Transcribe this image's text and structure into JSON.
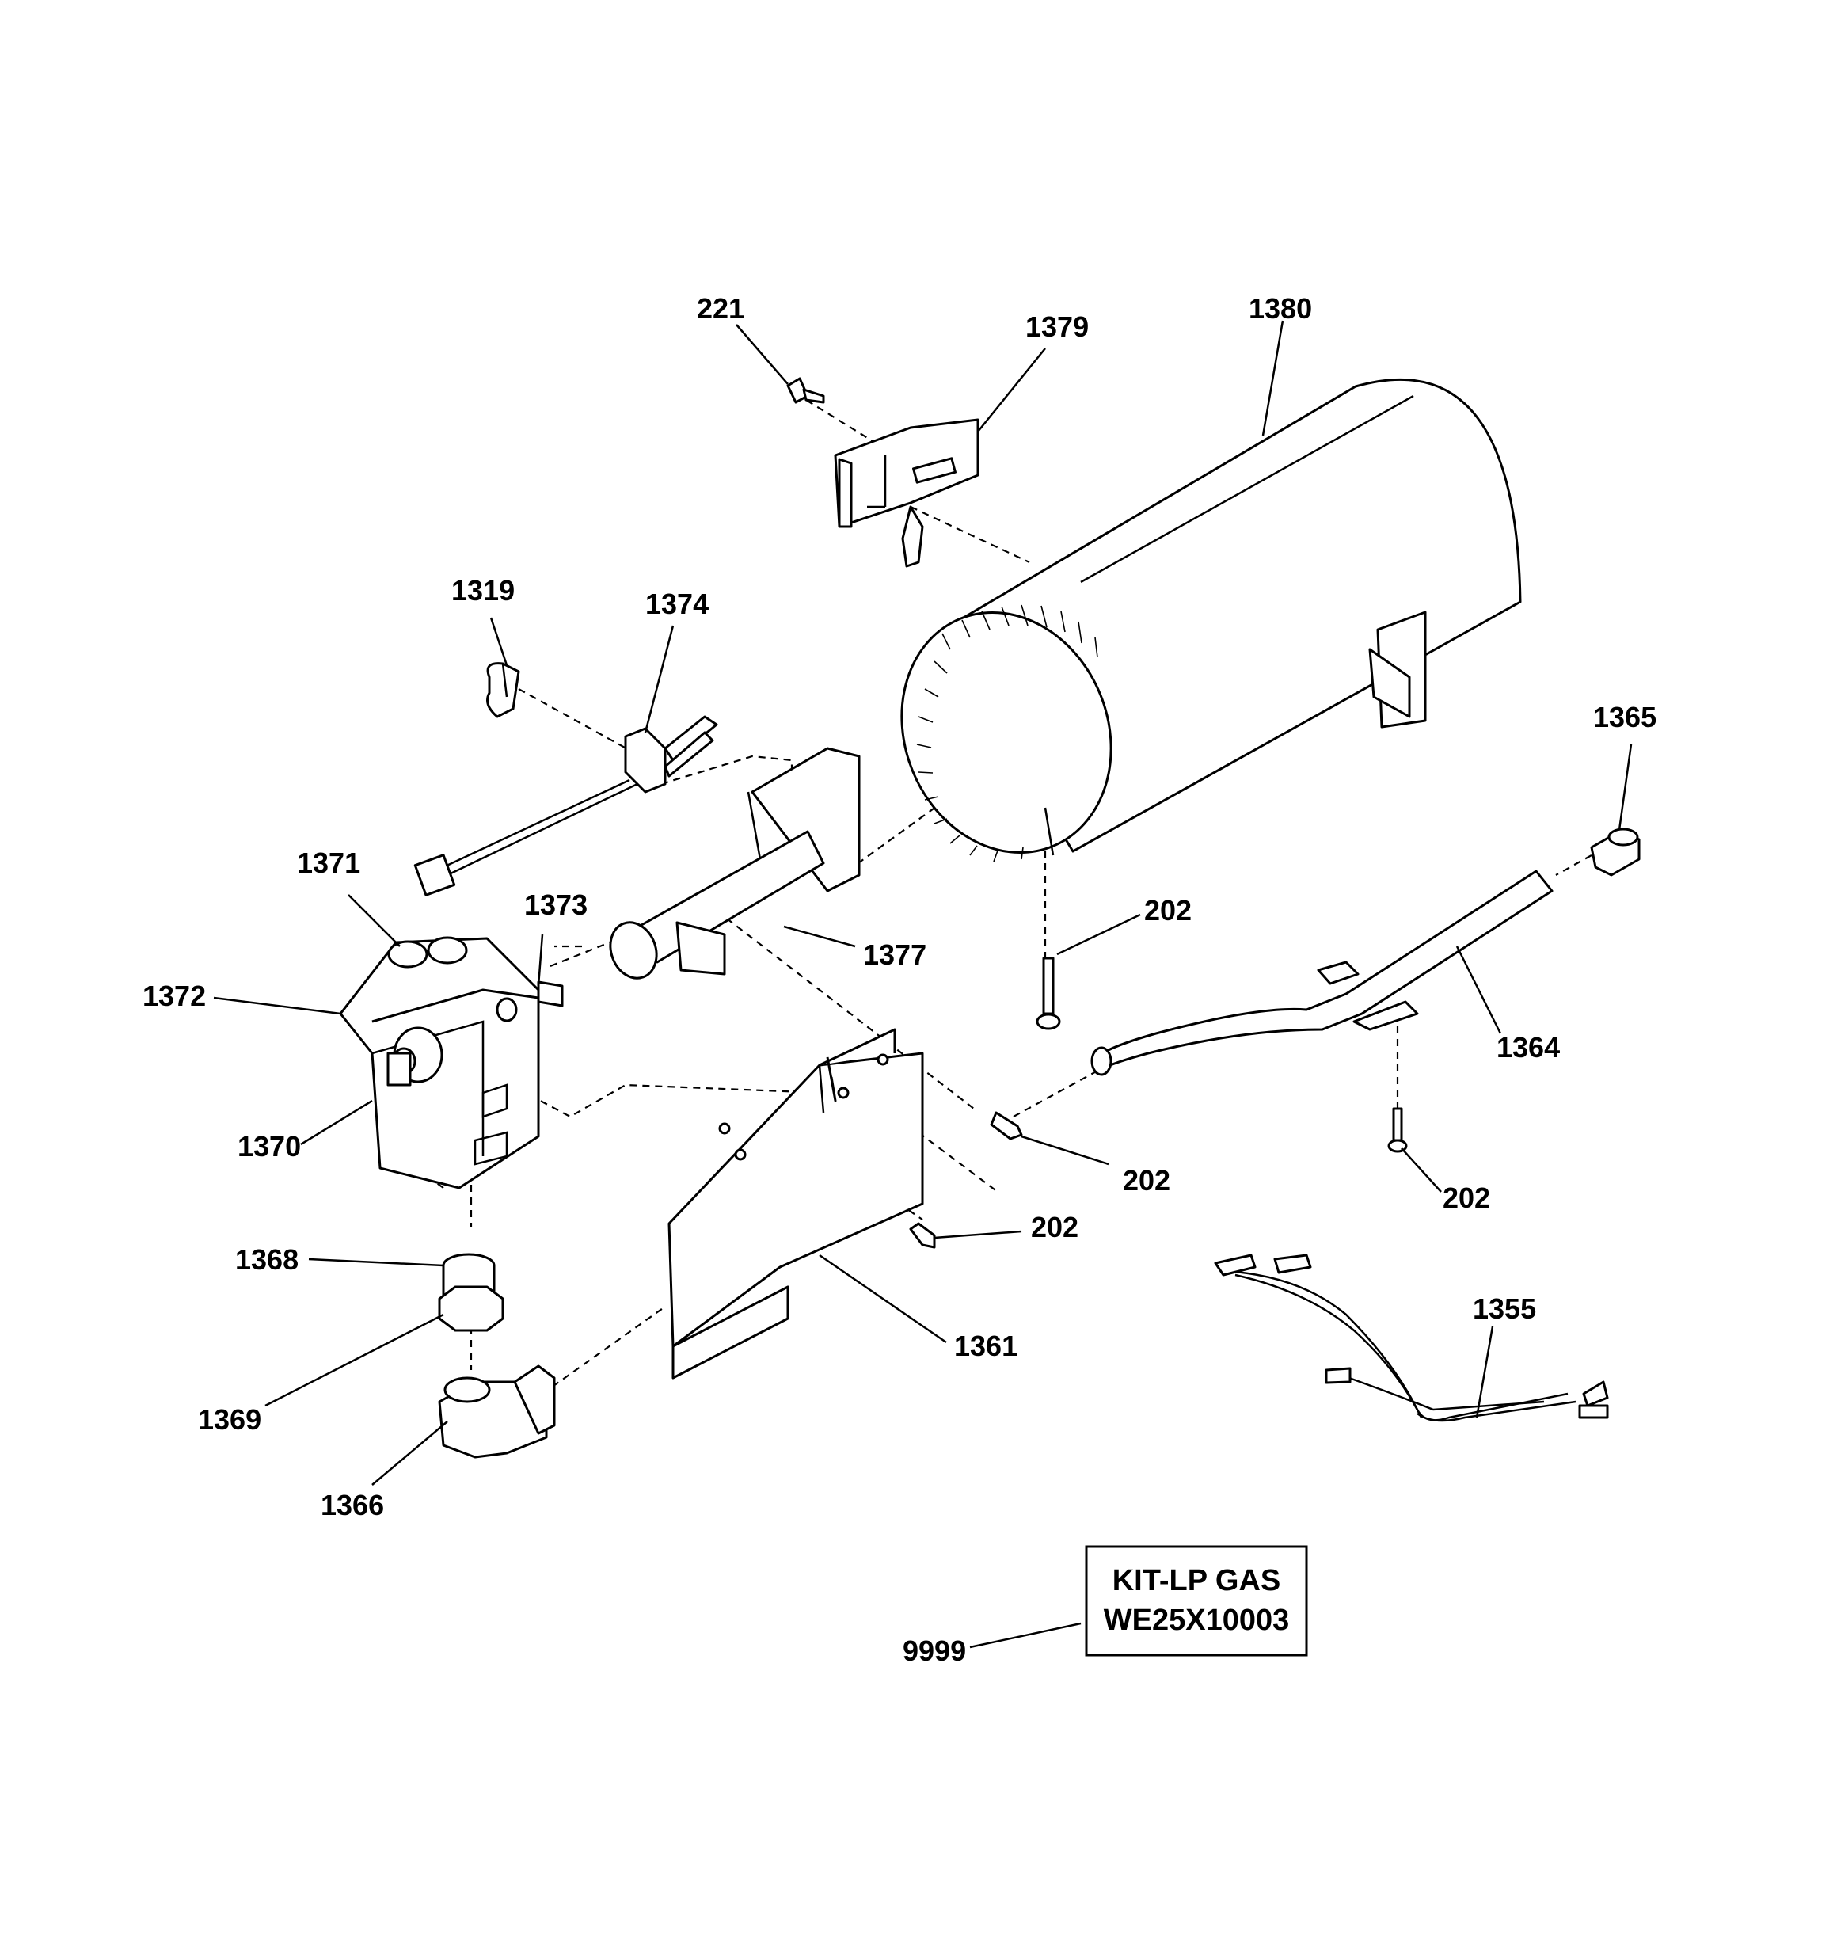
{
  "parts": {
    "p221": "221",
    "p1379": "1379",
    "p1380": "1380",
    "p1319": "1319",
    "p1374": "1374",
    "p1365": "1365",
    "p1371": "1371",
    "p1373": "1373",
    "p1377": "1377",
    "p202_cylinder": "202",
    "p1372": "1372",
    "p1364": "1364",
    "p1370": "1370",
    "p202_pipe": "202",
    "p202_bracket": "202",
    "p202_shield": "202",
    "p1368": "1368",
    "p1355": "1355",
    "p1361": "1361",
    "p1369": "1369",
    "p1366": "1366",
    "p9999": "9999"
  },
  "kit": {
    "line1": "KIT-LP GAS",
    "line2": "WE25X10003"
  }
}
